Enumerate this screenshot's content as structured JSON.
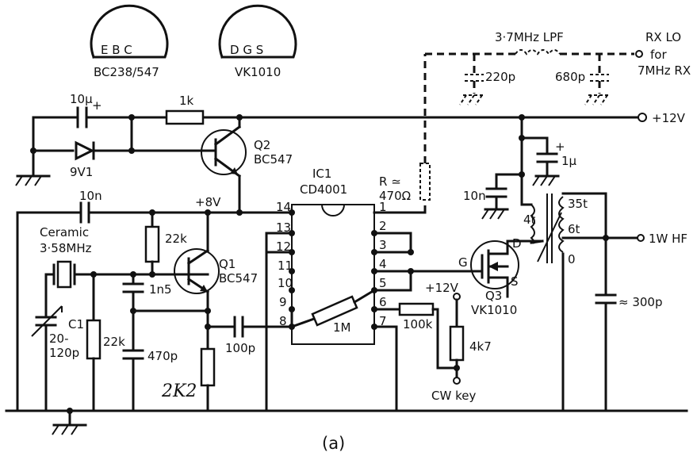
{
  "labels": {
    "pkg1_pins": "E  B  C",
    "pkg1_name": "BC238/547",
    "pkg2_pins": "D  G  S",
    "pkg2_name": "VK1010",
    "c_10u": "10µ",
    "r_1k": "1k",
    "zener": "9V1",
    "q2_name": "Q2",
    "q2_type": "BC547",
    "plus12_top": "+12V",
    "c_10n_left": "10n",
    "plus8v": "+8V",
    "crystal_1": "Ceramic",
    "crystal_2": "3·58MHz",
    "r_22k_top": "22k",
    "q1_name": "Q1",
    "q1_type": "BC547",
    "c_1n5": "1n5",
    "c1_name": "C1",
    "c1_val1": "20-",
    "c1_val2": "120p",
    "r_22k_bot": "22k",
    "c_470p": "470p",
    "c_100p": "100p",
    "r_2k2": "2K2",
    "ic_name": "IC1",
    "ic_type": "CD4001",
    "r_470": "R ≃",
    "r_470b": "470Ω",
    "ic_pins": [
      "14",
      "13",
      "12",
      "11",
      "10",
      "9",
      "8",
      "1",
      "2",
      "3",
      "4",
      "5",
      "6",
      "7"
    ],
    "r_1m": "1M",
    "r_100k": "100k",
    "plus12_mid": "+12V",
    "r_4k7": "4k7",
    "cw_key": "CW key",
    "q3_name": "Q3",
    "q3_type": "VK1010",
    "gate": "G",
    "drain": "D",
    "source": "S",
    "lpf": "3·7MHz LPF",
    "c_220p": "220p",
    "c_680p": "680p",
    "rx_lo_1": "RX LO",
    "rx_lo_2": "for",
    "rx_lo_3": "7MHz RX",
    "c_1u": "1µ",
    "c_10n_right": "10n",
    "t_35": "35t",
    "t_4": "4t",
    "t_6": "6t",
    "t_0": "0",
    "out_hf": "1W HF",
    "c_300p": "≈ 300p",
    "figure": "(a)"
  }
}
